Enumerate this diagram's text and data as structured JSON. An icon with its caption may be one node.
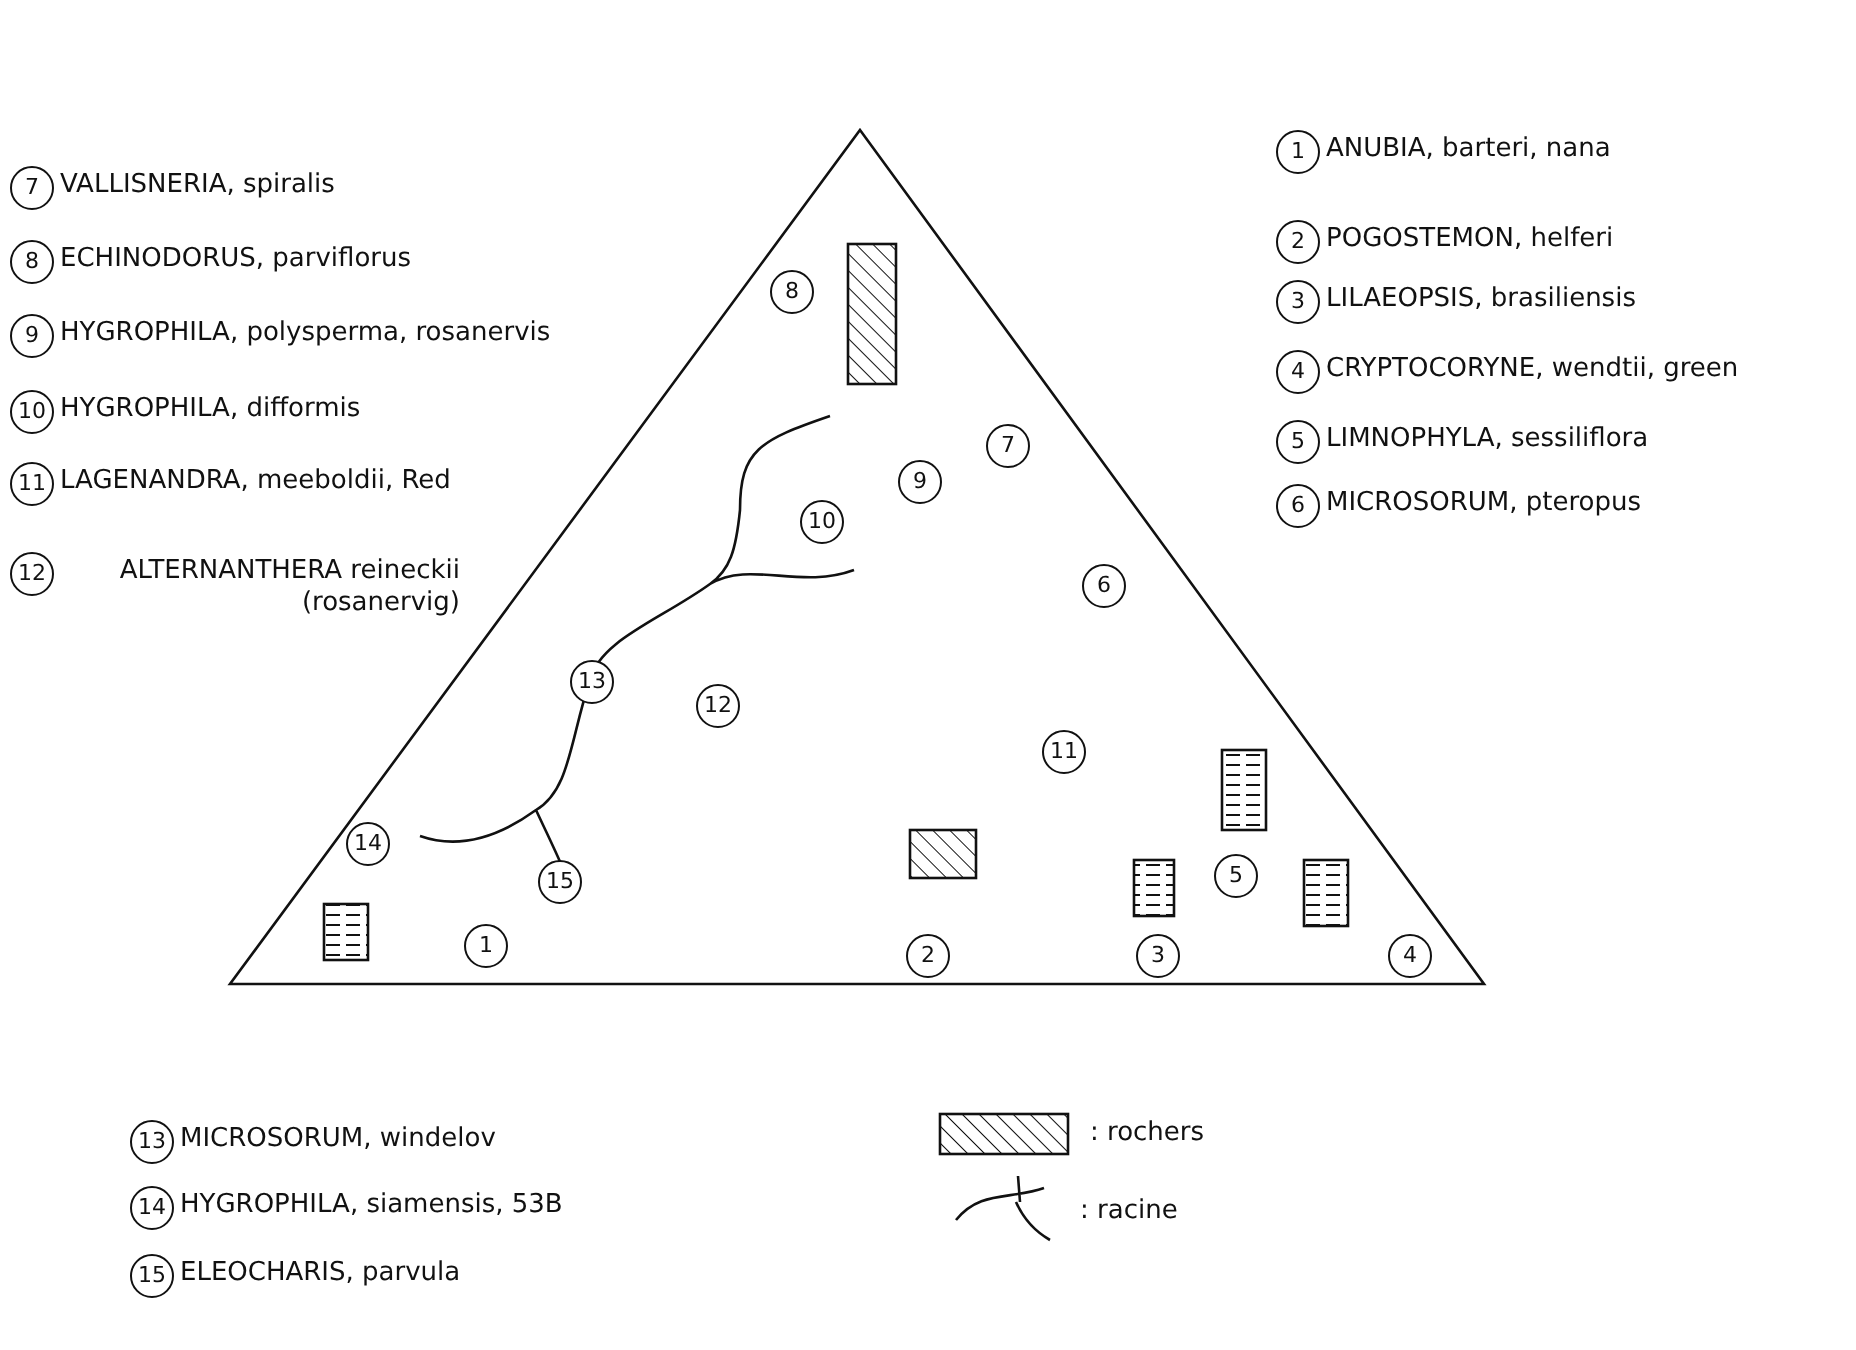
{
  "diagram": {
    "labels": [
      "7",
      "VALLISNERIA, spiralis",
      "8",
      "ECHINODORUS, parviflorus",
      "9",
      "HYGROPHILA, polysperma, rosanervis",
      "10",
      "HYGROPHILA, difformis",
      "11",
      "LAGENANDRA, meeboldii, Red",
      "12",
      "ALTERNANTHERA reineckii (rosanervig)",
      "1",
      "ANUBIA, barteri, nana",
      "2",
      "POGOSTEMON, helferi",
      "3",
      "LILAEOPSIS, brasiliensis",
      "4",
      "CRYPTOCORYNE, wendtii, green",
      "5",
      "LIMNOPHYLA, sessiliflora",
      "6",
      "MICROSORUM, pteropus",
      "8",
      "7",
      "9",
      "10",
      "6",
      "13",
      "12",
      "11",
      "14",
      "15",
      "1",
      "2",
      "3",
      "5",
      "4",
      "13",
      "MICROSORUM, windelov",
      "14",
      "HYGROPHILA, siamensis, 53B",
      "15",
      "ELEOCHARIS, parvula"
    ],
    "legend": [
      {
        "text": ": rochers"
      },
      {
        "text": ": racine"
      }
    ]
  }
}
